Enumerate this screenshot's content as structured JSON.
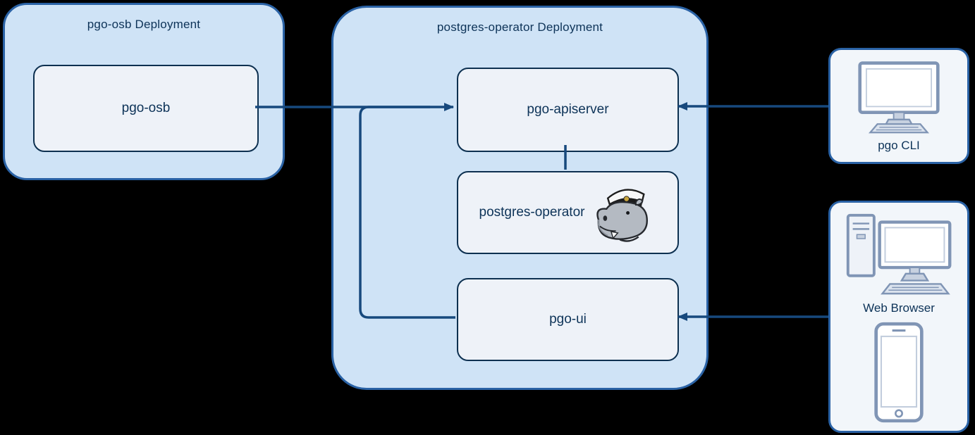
{
  "groups": {
    "pgo_osb": {
      "title": "pgo-osb Deployment"
    },
    "postgres_operator": {
      "title": "postgres-operator Deployment"
    }
  },
  "nodes": {
    "pgo_osb": {
      "label": "pgo-osb"
    },
    "pgo_apiserver": {
      "label": "pgo-apiserver"
    },
    "postgres_operator": {
      "label": "postgres-operator",
      "icon": "hippo-mascot-icon"
    },
    "pgo_ui": {
      "label": "pgo-ui"
    }
  },
  "devices": {
    "pgo_cli": {
      "label": "pgo CLI",
      "icon": "desktop-monitor-icon"
    },
    "web_browser": {
      "label": "Web Browser",
      "icons": [
        "desktop-computer-icon",
        "smartphone-icon"
      ]
    }
  },
  "edges": [
    {
      "from": "pgo-osb",
      "to": "pgo-apiserver",
      "style": "arrow"
    },
    {
      "from": "pgo CLI",
      "to": "pgo-apiserver",
      "style": "arrow"
    },
    {
      "from": "pgo-apiserver",
      "to": "postgres-operator",
      "style": "line"
    },
    {
      "from": "pgo-ui",
      "to": "pgo-apiserver",
      "style": "elbow-merges-into-apiserver-arrow"
    },
    {
      "from": "Web Browser",
      "to": "pgo-ui",
      "style": "arrow"
    }
  ],
  "colors": {
    "background": "#000000",
    "group_fill": "#cfe3f6",
    "group_border": "#2a62a5",
    "node_fill": "#eef2f8",
    "node_border": "#0d3050",
    "text": "#0d3358",
    "arrow": "#17497d",
    "device_fill": "#f2f6fa",
    "icon_stroke": "#8095b5"
  }
}
